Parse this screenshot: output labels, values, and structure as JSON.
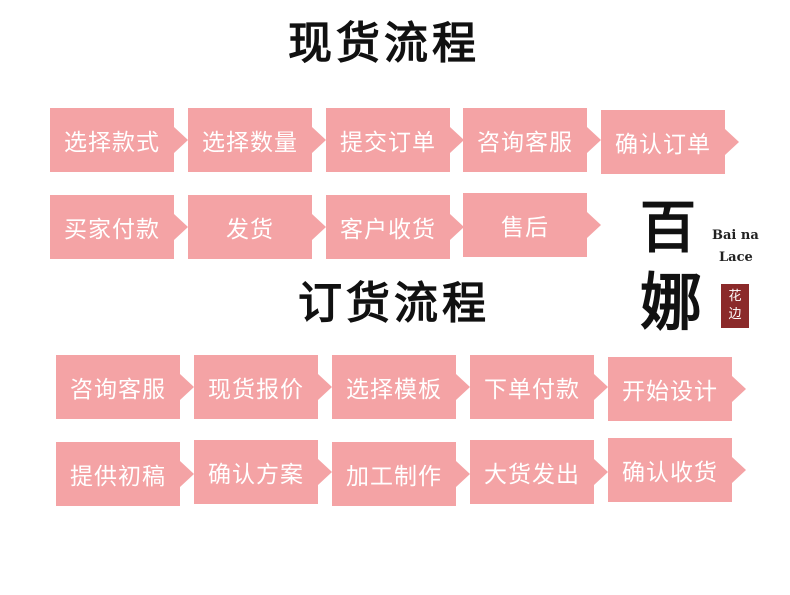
{
  "spot_flow": {
    "title": "现货流程",
    "row1": [
      "选择款式",
      "选择数量",
      "提交订单",
      "咨询客服",
      "确认订单"
    ],
    "row2": [
      "买家付款",
      "发货",
      "客户收货",
      "售后"
    ]
  },
  "order_flow": {
    "title": "订货流程",
    "row1": [
      "咨询客服",
      "现货报价",
      "选择模板",
      "下单付款",
      "开始设计"
    ],
    "row2": [
      "提供初稿",
      "确认方案",
      "加工制作",
      "大货发出",
      "确认收货"
    ]
  },
  "logo": {
    "char1": "百",
    "char2": "娜",
    "latin1": "Bai na",
    "latin2": "Lace",
    "seal_char1": "花",
    "seal_char2": "边",
    "seal_color": "#8b2a2a"
  },
  "colors": {
    "step_fill": "#f4a3a5",
    "step_text": "#ffffff",
    "title": "#111111"
  }
}
